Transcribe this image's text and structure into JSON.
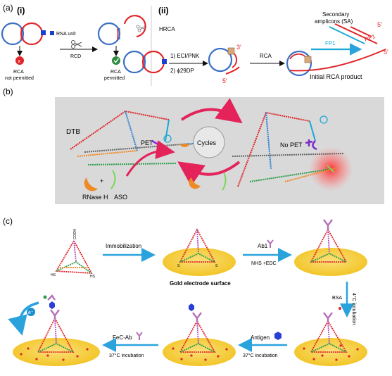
{
  "panel_a": {
    "label": "(a)",
    "sub_i": "(i)",
    "sub_ii": "(ii)",
    "rna_unit": "RNA unit",
    "rcd": "RCD",
    "rca_blocked_1": "RCA",
    "rca_blocked_2": "not permitted",
    "rca_ok_1": "RCA",
    "rca_ok_2": "permitted",
    "hrca": "HRCA",
    "step1": "1) ECI/PNK",
    "step2": "2) ϕ29DP",
    "rca": "RCA",
    "three_prime": "3′",
    "five_prime": "5′",
    "secondary_1": "Secondary",
    "secondary_2": "amplicons (SA)",
    "sa_five_prime": "5′",
    "rp1": "RP1",
    "fp1": "FP1",
    "fp_five_prime": "5′",
    "initial_product": "Initial RCA product"
  },
  "panel_b": {
    "label": "(b)",
    "dtb": "DTB",
    "pet": "PET",
    "cycles": "Cycles",
    "no_pet": "No PET",
    "rnase": "RNase H",
    "plus": "+",
    "aso": "ASO"
  },
  "panel_c": {
    "label": "(c)",
    "immobilization": "Immobilization",
    "gold_surface": "Gold electrode surface",
    "ab1": "Ab1",
    "nhs_edc": "NHS +EDC",
    "four_c": "4°C incubation",
    "bsa": "BSA",
    "antigen": "Antigen",
    "incub1": "37°C incubation",
    "fec_ab": "FeC-Ab",
    "incub2": "37°C incubation",
    "e_minus": "e⁻",
    "cooh": "COOH",
    "hs": "HS",
    "s": "S"
  },
  "colors": {
    "red_strand": "#e0262b",
    "blue_strand": "#3b6fc4",
    "cyan": "#19a9d6",
    "gold": "#f6cf34",
    "arrow_blue": "#2aa3dd",
    "cycle_pink": "#e3235a",
    "panel_b_bg": "#d9d9d9"
  }
}
